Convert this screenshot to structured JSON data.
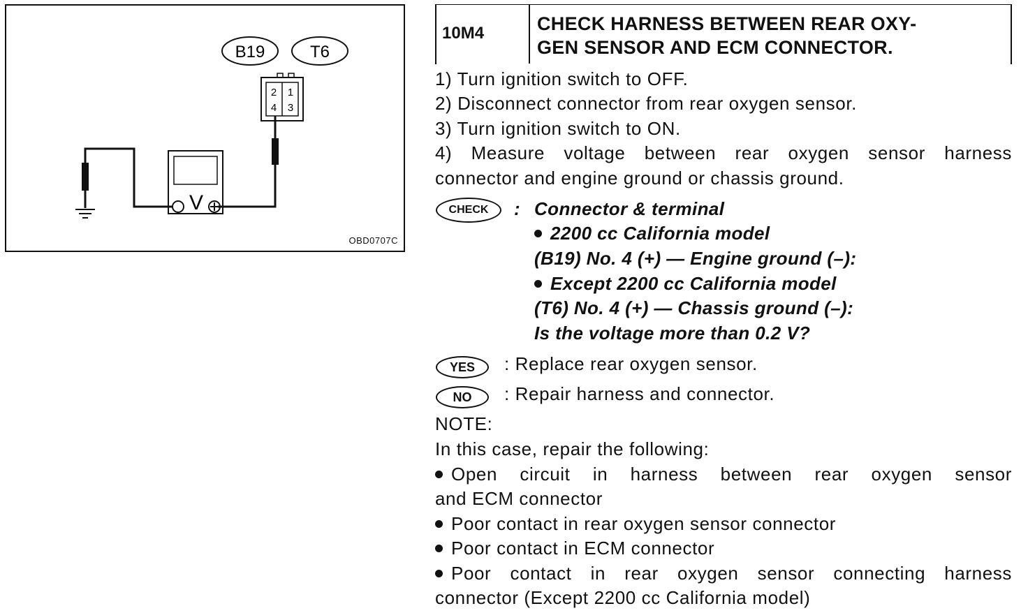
{
  "diagram": {
    "connector_labels": [
      "B19",
      "T6"
    ],
    "pins": [
      "2",
      "1",
      "4",
      "3"
    ],
    "meter_symbol": "V",
    "figure_code": "OBD0707C"
  },
  "step": {
    "code": "10M4",
    "title_line1": "CHECK HARNESS BETWEEN REAR OXY-",
    "title_line2": "GEN SENSOR AND ECM CONNECTOR."
  },
  "procedure": [
    "1) Turn ignition switch to OFF.",
    "2) Disconnect connector from rear oxygen sensor.",
    "3) Turn ignition switch to ON.",
    "4) Measure voltage between rear oxygen sensor harness",
    "connector and engine ground or chassis ground."
  ],
  "check": {
    "badge": "CHECK",
    "colon": ":",
    "heading": "Connector & terminal",
    "bullet1": "2200 cc California model",
    "line1": "(B19) No. 4 (+) — Engine ground (–):",
    "bullet2": "Except 2200 cc California model",
    "line2": "(T6) No. 4 (+) — Chassis ground (–):",
    "question": "Is the voltage more than 0.2 V?"
  },
  "yes": {
    "badge": "YES",
    "text": ": Replace rear oxygen sensor."
  },
  "no": {
    "badge": "NO",
    "text": ": Repair harness and connector."
  },
  "note": {
    "heading": "NOTE:",
    "intro": "In this case, repair the following:",
    "item1_a": "Open circuit in harness between rear oxygen sensor",
    "item1_b": "and ECM connector",
    "item2": "Poor contact in rear oxygen sensor connector",
    "item3": "Poor contact in ECM connector",
    "item4_a": "Poor contact in rear oxygen sensor connecting harness",
    "item4_b": "connector (Except 2200 cc California model)"
  }
}
